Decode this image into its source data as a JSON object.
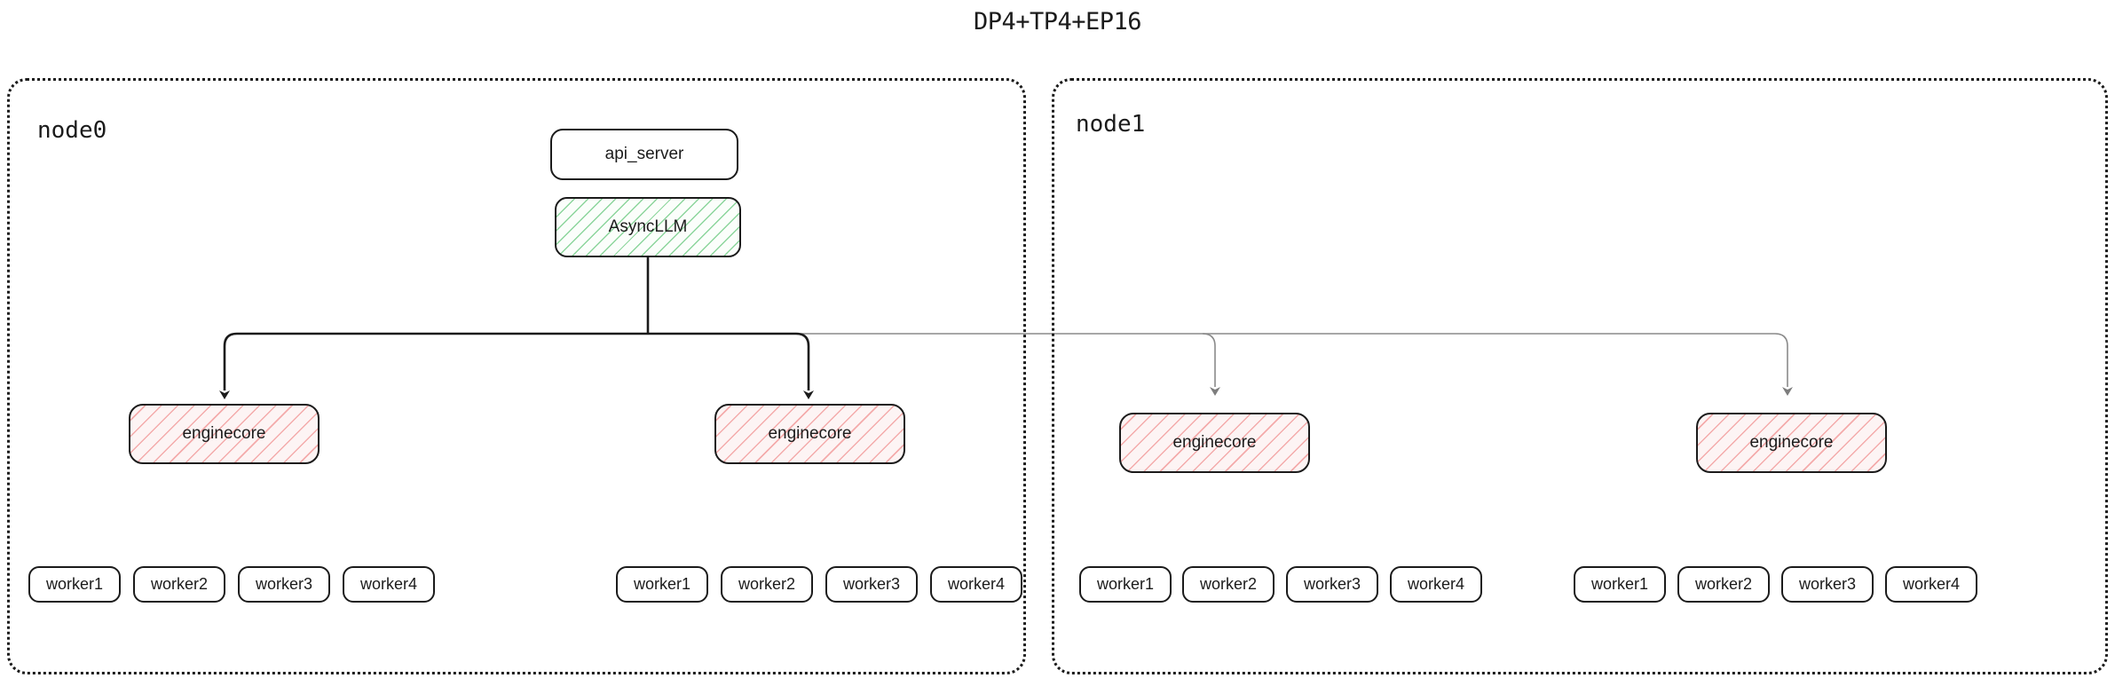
{
  "title": "DP4+TP4+EP16",
  "colors": {
    "stroke_dark": "#1b1b1b",
    "stroke_light": "#8a8a8a",
    "hatch_green": "#78ce8c",
    "hatch_pink": "#f3a3a3",
    "container_border": "#1b1b1b"
  },
  "frontend": {
    "api_server": {
      "label": "api_server"
    },
    "async_llm": {
      "label": "AsyncLLM"
    }
  },
  "nodes": [
    {
      "id": "node0",
      "label": "node0",
      "enginecores": [
        {
          "label": "enginecore",
          "arrow_style": "dark",
          "workers": [
            {
              "label": "worker1"
            },
            {
              "label": "worker2"
            },
            {
              "label": "worker3"
            },
            {
              "label": "worker4"
            }
          ]
        },
        {
          "label": "enginecore",
          "arrow_style": "dark",
          "workers": [
            {
              "label": "worker1"
            },
            {
              "label": "worker2"
            },
            {
              "label": "worker3"
            },
            {
              "label": "worker4"
            }
          ]
        }
      ]
    },
    {
      "id": "node1",
      "label": "node1",
      "enginecores": [
        {
          "label": "enginecore",
          "arrow_style": "light",
          "workers": [
            {
              "label": "worker1"
            },
            {
              "label": "worker2"
            },
            {
              "label": "worker3"
            },
            {
              "label": "worker4"
            }
          ]
        },
        {
          "label": "enginecore",
          "arrow_style": "light",
          "workers": [
            {
              "label": "worker1"
            },
            {
              "label": "worker2"
            },
            {
              "label": "worker3"
            },
            {
              "label": "worker4"
            }
          ]
        }
      ]
    }
  ]
}
